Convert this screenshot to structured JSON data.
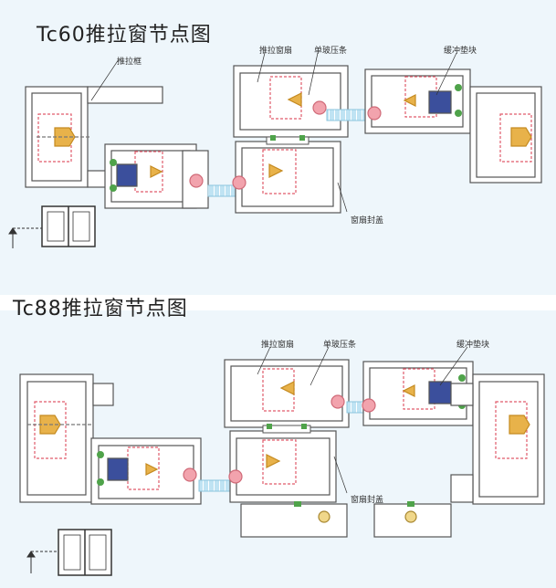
{
  "sections": [
    {
      "id": "tc60",
      "title": "Tc60推拉窗节点图",
      "labels": {
        "sliding_frame": "推拉框",
        "sliding_sash": "推拉窗扇",
        "single_glass_bead": "单玻压条",
        "buffer_pad": "缓冲垫块",
        "sash_cover": "窗扇封盖"
      }
    },
    {
      "id": "tc88",
      "title": "Tc88推拉窗节点图",
      "labels": {
        "sliding_sash": "推拉窗扇",
        "single_glass_bead": "单玻压条",
        "buffer_pad": "缓冲垫块",
        "sash_cover": "窗扇封盖"
      }
    }
  ],
  "colors": {
    "background": "#eef6fb",
    "profile_fill": "#ffffff",
    "profile_stroke": "#555555",
    "steel_liner": "#e05a6a",
    "glass": "#bfe3f3",
    "gasket_pink": "#f2a3ad",
    "gasket_green": "#4fa34a",
    "brush_seal": "#e8b24a",
    "lock_block": "#3b4f9c"
  }
}
